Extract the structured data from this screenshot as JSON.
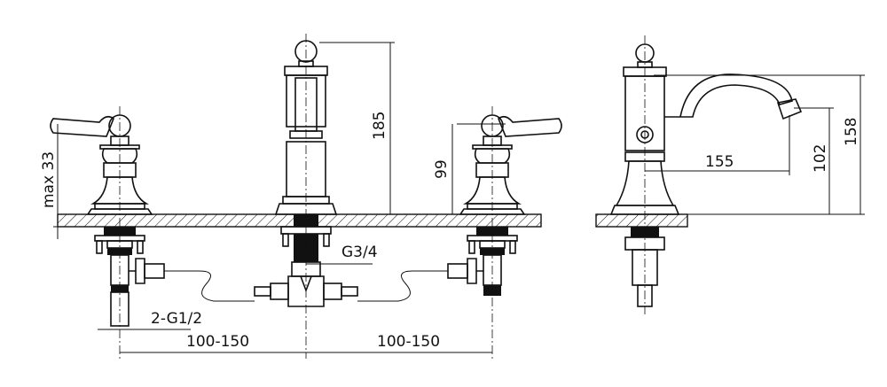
{
  "title": "Three-hole basin faucet dimension drawing",
  "dimensions": {
    "max_height_label": "max 33",
    "spout_height": "185",
    "handle_height": "99",
    "spout_connection": "G3/4",
    "inlet_connections": "2-G1/2",
    "spacing_left": "100-150",
    "spacing_right": "100-150",
    "spout_reach": "155",
    "spout_outlet_height": "102",
    "total_height": "158"
  },
  "colors": {
    "line": "#111111",
    "background": "#ffffff"
  }
}
